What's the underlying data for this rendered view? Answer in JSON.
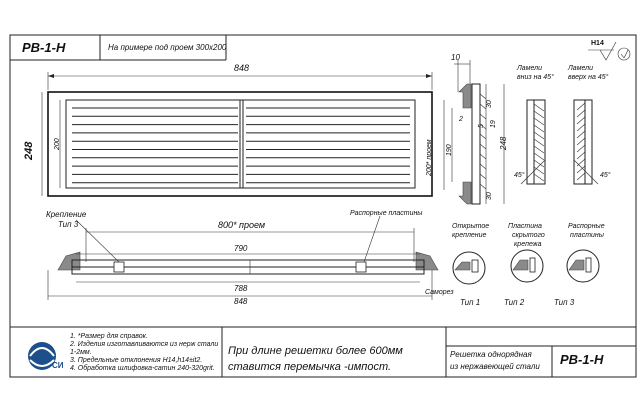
{
  "title_block": {
    "code_top": "РВ-1-Н",
    "example": "На примере под проем 300x200",
    "code_bottom": "РВ-1-Н",
    "name_line1": "Решетка однорядная",
    "name_line2": "из нержавеющей стали",
    "tolerance_mark": "H14"
  },
  "front_view": {
    "width": "848",
    "height": "248",
    "inner_height": "200"
  },
  "section_view": {
    "thickness": "10",
    "dim_30_top": "30",
    "dim_5": "5",
    "dim_19": "19",
    "dim_2": "2",
    "dim_190": "190",
    "dim_200_opening": "200* проем",
    "dim_248": "248",
    "dim_30_bottom": "30"
  },
  "louvers": {
    "down_label_l1": "Ламели",
    "down_label_l2": "вниз на 45°",
    "up_label_l1": "Ламели",
    "up_label_l2": "вверх на 45°",
    "angle_left": "45°",
    "angle_right": "45°"
  },
  "bottom_view": {
    "mount_l1": "Крепление",
    "mount_l2": "Тип 3",
    "opening": "800* проем",
    "spacer": "Распорные пластины",
    "dim_790": "790",
    "dim_788": "788",
    "dim_848": "848"
  },
  "mount_types": {
    "open_l1": "Открытое",
    "open_l2": "крепление",
    "hidden_l1": "Пластина",
    "hidden_l2": "скрытого",
    "hidden_l3": "крепежа",
    "spacer_l1": "Распорные",
    "spacer_l2": "пластины",
    "screw": "Саморез",
    "type1": "Тип 1",
    "type2": "Тип 2",
    "type3": "Тип 3"
  },
  "notes": [
    "1. *Размер для справок.",
    "2. Изделия изготавливаются из нерж стали",
    "1-2мм.",
    "3. Предельные отклонения H14,h14±it2.",
    "4. Обработка шлифовка-сатин 240-320grit."
  ],
  "logo_text": "СИ",
  "big_note": {
    "line1": "При длине решетки более 600мм",
    "line2": "ставится перемычка -импост."
  }
}
